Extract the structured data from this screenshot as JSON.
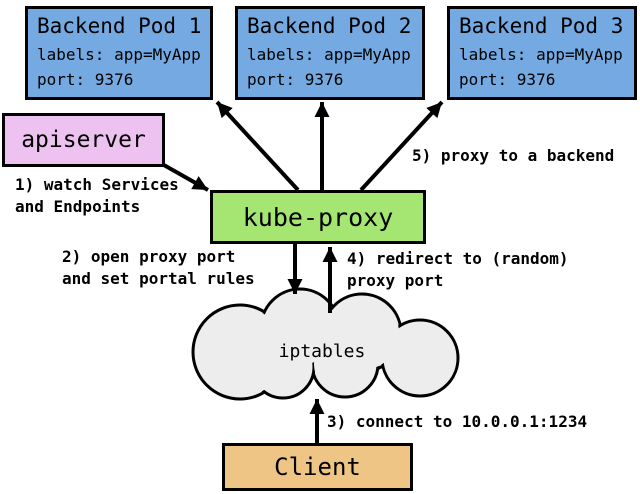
{
  "pods": [
    {
      "title": "Backend Pod 1",
      "labels_line": "labels: app=MyApp",
      "port_line": "port: 9376"
    },
    {
      "title": "Backend Pod 2",
      "labels_line": "labels: app=MyApp",
      "port_line": "port: 9376"
    },
    {
      "title": "Backend Pod 3",
      "labels_line": "labels: app=MyApp",
      "port_line": "port: 9376"
    }
  ],
  "nodes": {
    "apiserver": "apiserver",
    "kube_proxy": "kube-proxy",
    "iptables": "iptables",
    "client": "Client"
  },
  "annotations": {
    "step1": "1) watch Services\nand Endpoints",
    "step2": "2) open proxy port\nand set portal rules",
    "step3": "3) connect to 10.0.0.1:1234",
    "step4": "4) redirect to (random)\nproxy port",
    "step5": "5) proxy to a backend"
  },
  "colors": {
    "pod_fill": "#74a9e2",
    "apiserver_fill": "#edc2f0",
    "kube_proxy_fill": "#a5e673",
    "client_fill": "#eec584",
    "cloud_fill": "#ededed",
    "border": "#000000",
    "background": "#ffffff"
  }
}
